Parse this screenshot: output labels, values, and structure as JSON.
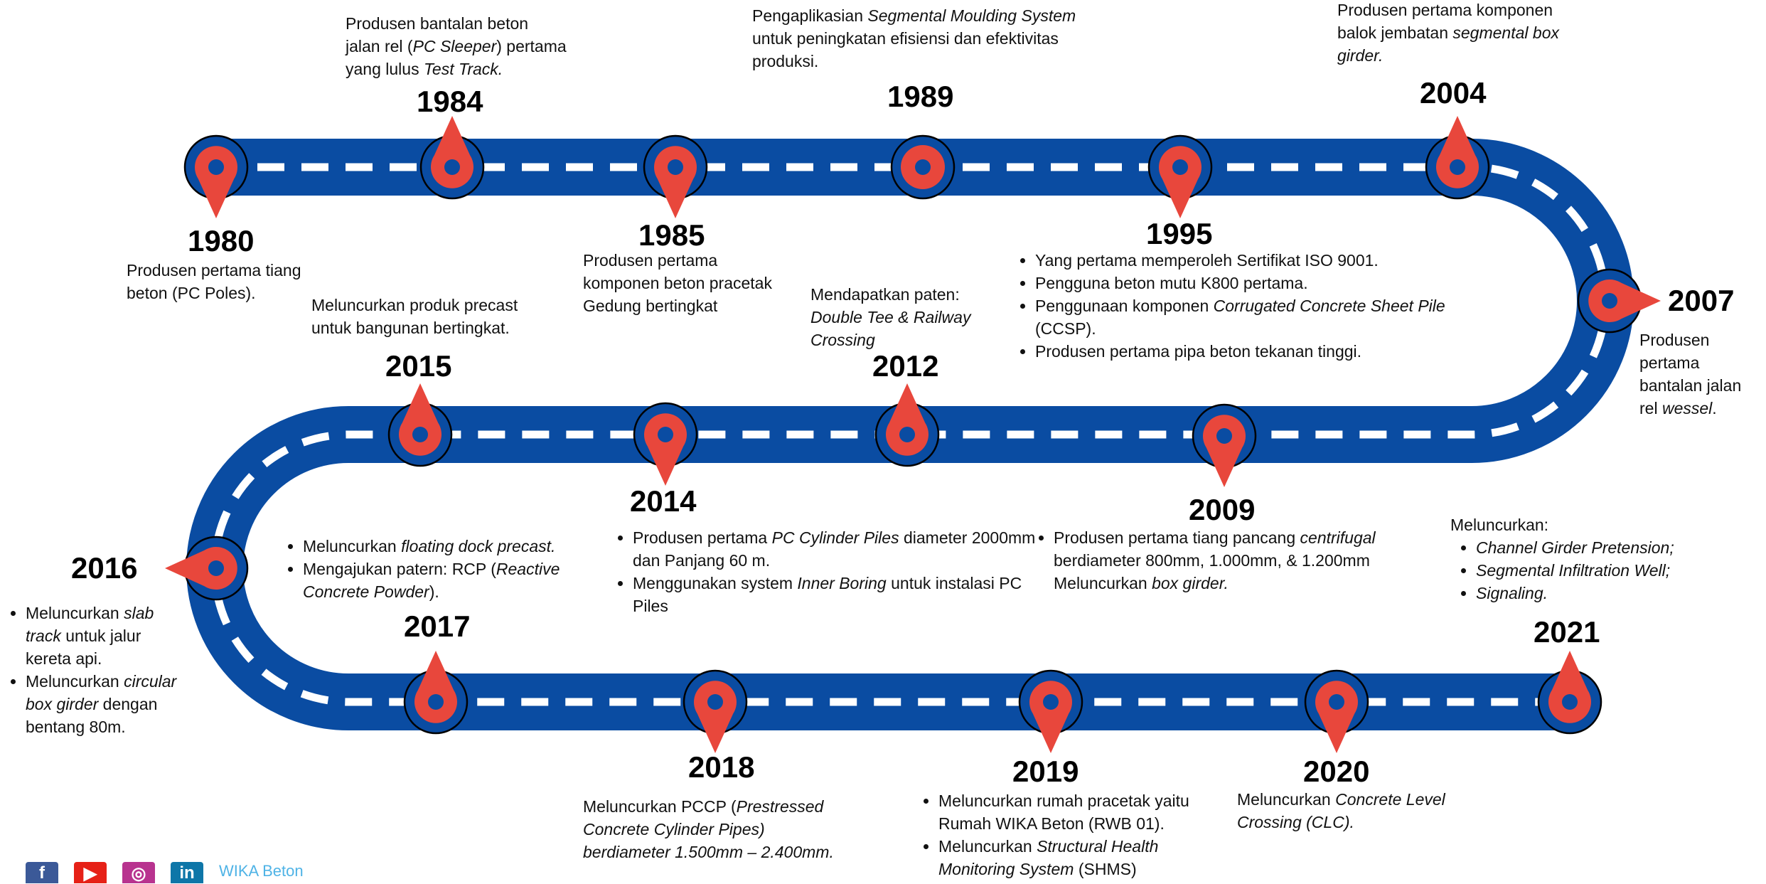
{
  "colors": {
    "road": "#0a4ca2",
    "pin": "#e8473c",
    "dash": "#ffffff",
    "circle": "#0a4ca2"
  },
  "milestones": [
    {
      "year": "1980",
      "desc_html": "Produsen pertama tiang<br>beton (PC Poles)."
    },
    {
      "year": "1984",
      "desc_html": "Produsen bantalan beton<br>jalan rel (<i>PC Sleeper</i>) pertama<br>yang lulus <i>Test Track.</i>"
    },
    {
      "year": "1985",
      "desc_html": "Produsen pertama<br>komponen beton pracetak<br>Gedung bertingkat"
    },
    {
      "year": "1989",
      "desc_html": "Pengaplikasian <i>Segmental Moulding System</i><br>untuk peningkatan efisiensi dan efektivitas<br>produksi."
    },
    {
      "year": "1995",
      "desc_html": "<ul><li>Yang pertama memperoleh Sertifikat ISO 9001.</li><li>Pengguna beton mutu K800 pertama.</li><li>Penggunaan komponen <i>Corrugated Concrete Sheet Pile</i> (CCSP).</li><li>Produsen pertama pipa beton tekanan tinggi.</li></ul>"
    },
    {
      "year": "2004",
      "desc_html": "Produsen pertama komponen<br>balok jembatan <i>segmental box<br>girder.</i>"
    },
    {
      "year": "2007",
      "desc_html": "Produsen<br>pertama<br>bantalan jalan<br>rel <i>wessel</i>."
    },
    {
      "year": "2009",
      "desc_html": "<ul><li>Produsen pertama tiang pancang <i>centrifugal</i> berdiameter 800mm, 1.000mm, &amp; 1.200mm Meluncurkan <i>box girder.</i></li></ul>"
    },
    {
      "year": "2012",
      "desc_html": "Mendapatkan paten:<br><i>Double Tee &amp; Railway<br>Crossing</i>"
    },
    {
      "year": "2014",
      "desc_html": "<ul><li>Produsen pertama <i>PC Cylinder Piles</i> diameter 2000mm dan Panjang 60 m.</li><li>Menggunakan system <i>Inner Boring</i> untuk instalasi PC Piles</li></ul>"
    },
    {
      "year": "2015",
      "desc_html": "Meluncurkan produk precast<br>untuk bangunan bertingkat."
    },
    {
      "year": "2016",
      "desc_html": "<ul><li>Meluncurkan <i>slab track</i> untuk jalur kereta api.</li><li>Meluncurkan <i>circular box girder</i> dengan bentang 80m.</li></ul>"
    },
    {
      "year": "2017",
      "desc_html": "<ul><li>Meluncurkan <i>floating dock precast.</i></li><li>Mengajukan patern: RCP (<i>Reactive Concrete Powder</i>).</li></ul>"
    },
    {
      "year": "2018",
      "desc_html": "Meluncurkan PCCP (<i>Prestressed<br>Concrete Cylinder Pipes)<br>berdiameter 1.500mm – 2.400mm.</i>"
    },
    {
      "year": "2019",
      "desc_html": "<ul><li>Meluncurkan rumah pracetak yaitu Rumah WIKA Beton (RWB 01).</li><li>Meluncurkan <i>Structural Health Monitoring System</i> (SHMS)</li></ul>"
    },
    {
      "year": "2020",
      "desc_html": "Meluncurkan <i>Concrete Level<br>Crossing (CLC).</i>"
    },
    {
      "year": "2021",
      "desc_html": "Meluncurkan:<ul><li><i>Channel Girder Pretension;</i></li><li><i>Segmental Infiltration Well;</i></li><li><i>Signaling.</i></li></ul>"
    }
  ],
  "footer": {
    "brand": "WIKA Beton"
  },
  "social": [
    {
      "icon": "facebook-icon",
      "glyph": "f",
      "color": "#3b5998"
    },
    {
      "icon": "youtube-icon",
      "glyph": "▶",
      "color": "#e62117"
    },
    {
      "icon": "instagram-icon",
      "glyph": "◎",
      "color": "#b8338f"
    },
    {
      "icon": "linkedin-icon",
      "glyph": "in",
      "color": "#0e76a8"
    }
  ]
}
